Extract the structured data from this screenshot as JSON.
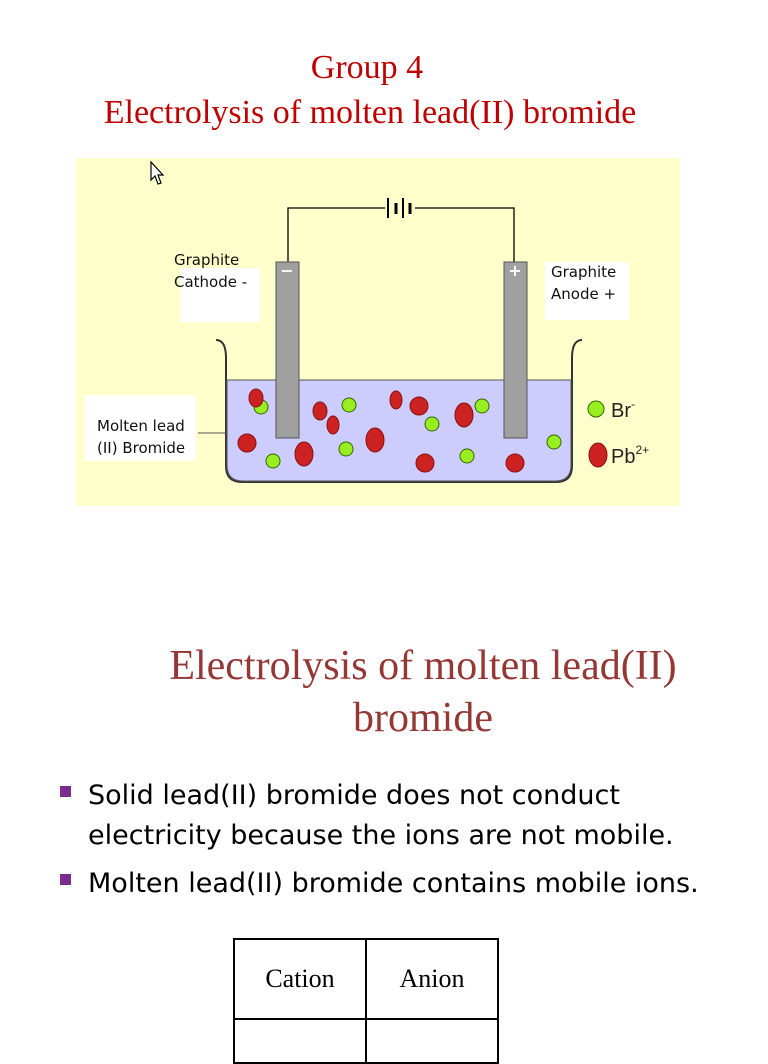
{
  "header": {
    "group": "Group 4",
    "title": "Electrolysis of molten lead(II) bromide"
  },
  "diagram": {
    "cathode_label": [
      "Graphite",
      "Cathode -"
    ],
    "anode_label": [
      "Graphite",
      "Anode +"
    ],
    "melt_label": [
      "Molten lead",
      "(II) Bromide"
    ],
    "cathode_sign": "−",
    "anode_sign": "+",
    "legend": {
      "br_text": "Br",
      "br_sup": "-",
      "pb_text": "Pb",
      "pb_sup": "2+"
    },
    "colors": {
      "background": "#ffffcc",
      "melt": "#ccccff",
      "bromide_ion": "#99ee22",
      "lead_ion": "#cc2222",
      "electrode": "#a0a0a0"
    }
  },
  "section": {
    "heading": "Electrolysis of molten lead(II) bromide",
    "bullets": [
      "Solid lead(II) bromide does not conduct electricity because the ions are not mobile.",
      "Molten lead(II) bromide contains mobile ions."
    ]
  },
  "table": {
    "headers": [
      "Cation",
      "Anion"
    ]
  }
}
